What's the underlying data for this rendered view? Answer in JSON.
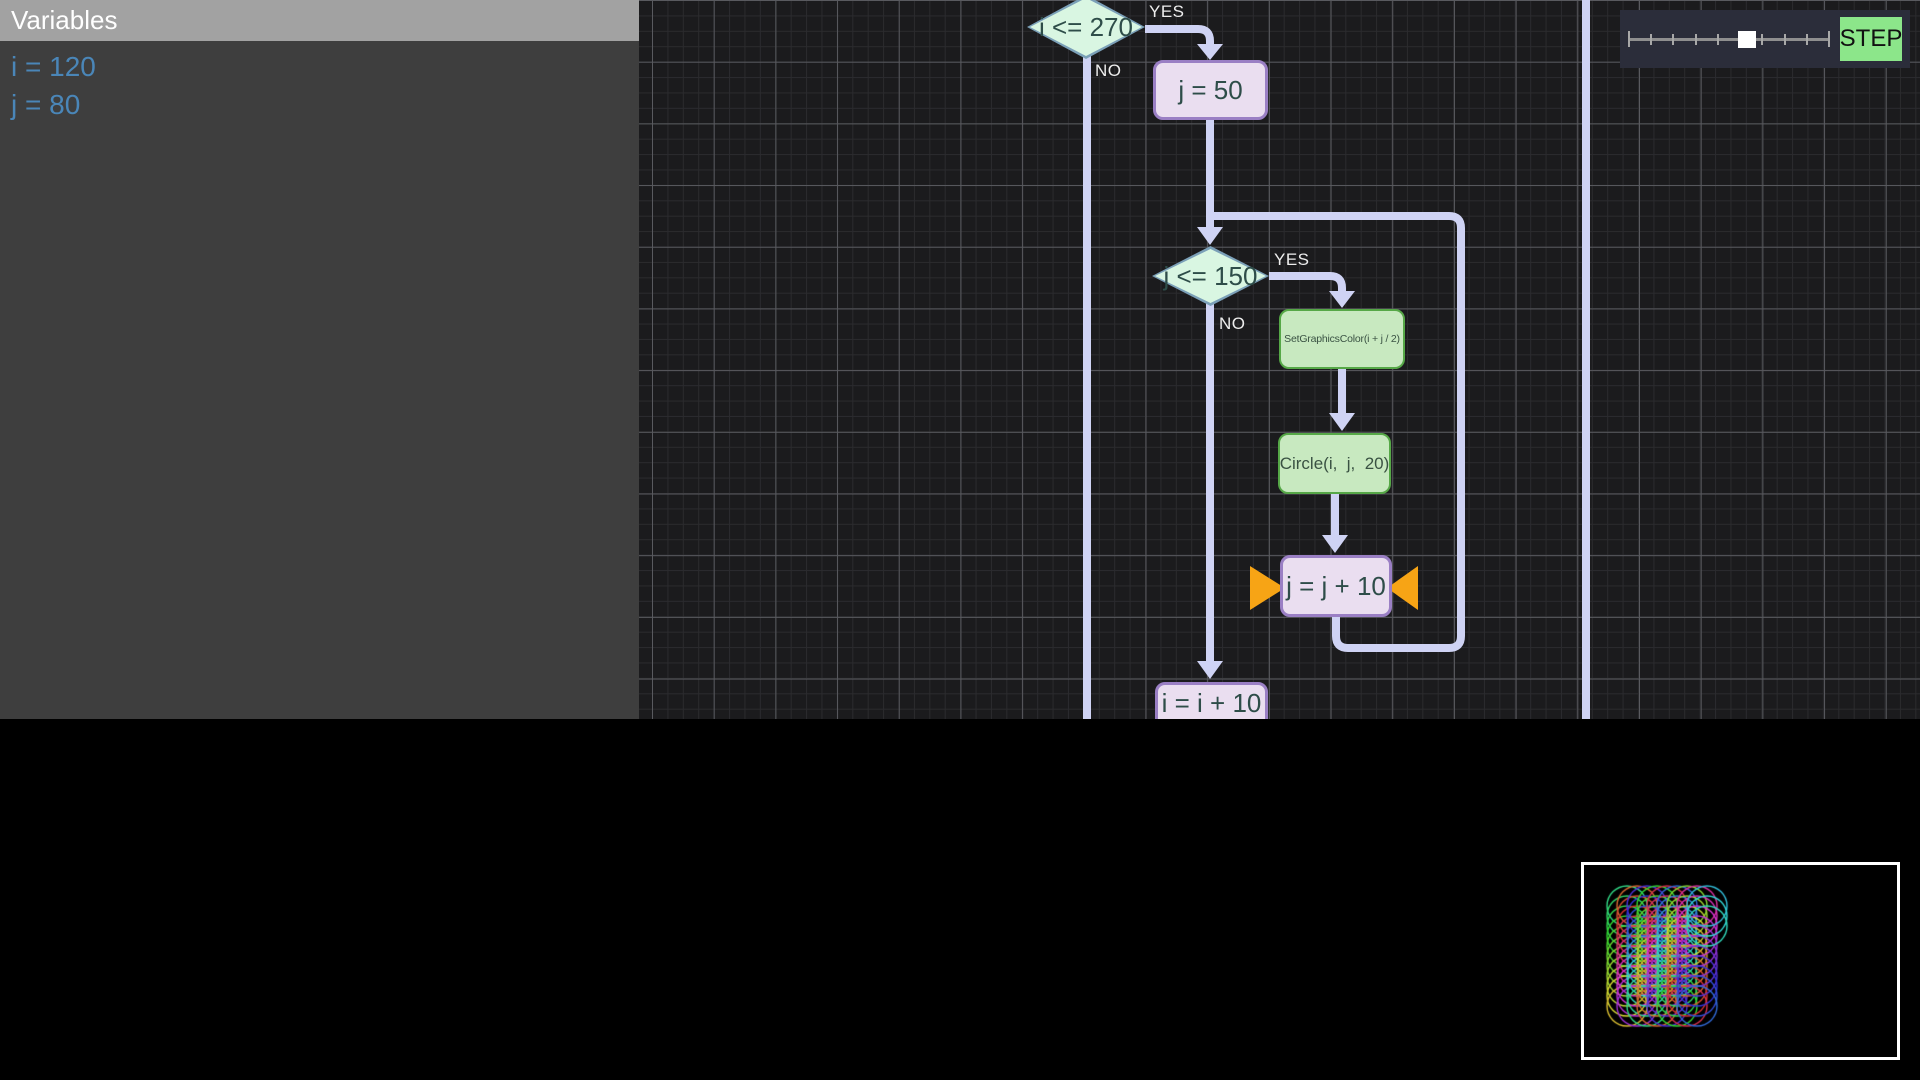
{
  "variables_panel": {
    "title": "Variables",
    "items": [
      "i = 120",
      "j = 80"
    ]
  },
  "flowchart": {
    "outer_loop": {
      "condition": "i <= 270",
      "yes_label": "YES",
      "no_label": "NO"
    },
    "assign_j_init": "j = 50",
    "inner_loop": {
      "condition": "j <= 150",
      "yes_label": "YES",
      "no_label": "NO"
    },
    "set_color_call": "SetGraphicsColor(i + j / 2)",
    "circle_call": "Circle(i,  j,  20)",
    "assign_j_step": "j = j + 10",
    "assign_i_step": "i = i + 10"
  },
  "controls": {
    "step_label": "STEP",
    "slider": {
      "tick_count": 10,
      "thumb_fraction": 0.55
    }
  },
  "graphics_output": {
    "pattern": {
      "type": "circle-grid",
      "radius": 20,
      "step": 10,
      "i_start": 40,
      "i_full_end": 110,
      "i_partial": 120,
      "i_partial_rows": 3,
      "j_start": 50,
      "j_end": 150
    }
  },
  "colors": {
    "connector": "#cfd3f4",
    "diamond_fill": "#d9f6e2",
    "diamond_border": "#7ba0b8",
    "assign_fill": "#eadef0",
    "assign_border": "#9a7fc4",
    "call_fill": "#c8e9c0",
    "call_border": "#56a847",
    "current_marker": "#f7a415",
    "step_button": "#8ce68a",
    "variable_text": "#4a86b8"
  }
}
